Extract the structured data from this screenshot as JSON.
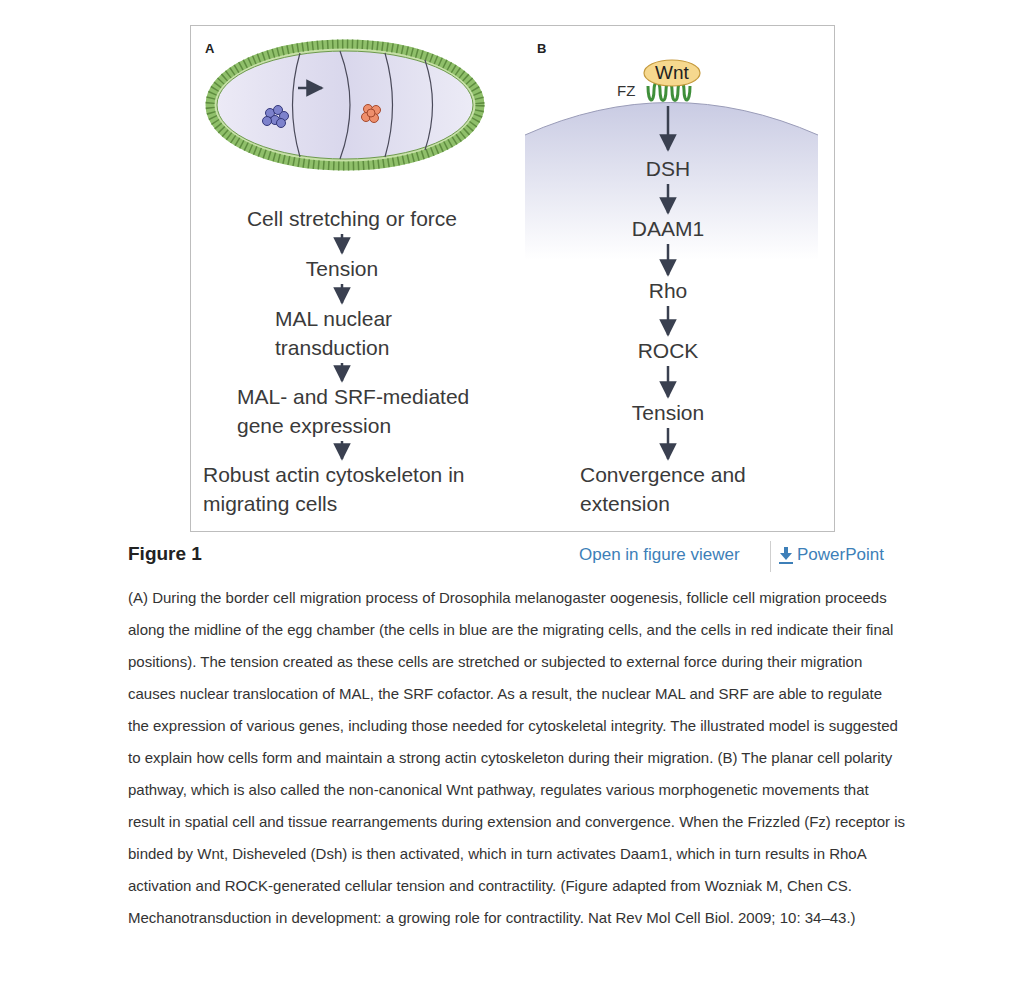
{
  "diagram": {
    "title": "Figure 1",
    "caption": "(A) During the border cell migration process of Drosophila melanogaster oogenesis, follicle cell migration proceeds along the midline of the egg chamber (the cells in blue are the migrating cells, and the cells in red indicate their final positions). The tension created as these cells are stretched or subjected to external force during their migration causes nuclear translocation of MAL, the SRF cofactor. As a result, the nuclear MAL and SRF are able to regulate the expression of various genes, including those needed for cytoskeletal integrity. The illustrated model is suggested to explain how cells form and maintain a strong actin cytoskeleton during their migration. (B) The planar cell polarity pathway, which is also called the non-canonical Wnt pathway, regulates various morphogenetic movements that result in spatial cell and tissue rearrangements during extension and convergence. When the Frizzled (Fz) receptor is binded by Wnt, Disheveled (Dsh) is then activated, which in turn activates Daam1, which in turn results in RhoA activation and ROCK-generated cellular tension and contractility. (Figure adapted from Wozniak M, Chen CS. Mechanotransduction in development: a growing role for contractility. Nat Rev Mol Cell Biol. 2009; 10: 34–43.)",
    "nodes": [
      {
        "text": [
          "Cell stretching or force"
        ]
      },
      {
        "text": [
          "Tension"
        ]
      },
      {
        "text": [
          "MAL nuclear transduction"
        ]
      },
      {
        "text": [
          "MAL- and SRF-mediated gene expression"
        ]
      },
      {
        "text": [
          "Robust actin cytoskeleton in migrating cells"
        ]
      },
      {
        "text": [
          "Wnt"
        ]
      },
      {
        "text": [
          "DSH"
        ]
      },
      {
        "text": [
          "DAAM1"
        ]
      },
      {
        "text": [
          "Rho"
        ]
      },
      {
        "text": [
          "ROCK"
        ]
      },
      {
        "text": [
          "Tension"
        ]
      },
      {
        "text": [
          "Convergence and extension"
        ]
      }
    ],
    "edges": [
      {
        "from": 0,
        "to": 1,
        "arrow": "to"
      },
      {
        "from": 1,
        "to": 2,
        "arrow": "to"
      },
      {
        "from": 2,
        "to": 3,
        "arrow": "to"
      },
      {
        "from": 3,
        "to": 4,
        "arrow": "to"
      },
      {
        "from": 6,
        "to": 7,
        "arrow": "to"
      },
      {
        "from": 7,
        "to": 8,
        "arrow": "to"
      },
      {
        "from": 8,
        "to": 9,
        "arrow": "to"
      },
      {
        "from": 9,
        "to": 10,
        "arrow": "to"
      },
      {
        "from": 10,
        "to": 11,
        "arrow": "to"
      }
    ],
    "labels": [
      "A",
      "B",
      "FZ",
      "Open in figure viewer",
      "PowerPoint"
    ]
  }
}
